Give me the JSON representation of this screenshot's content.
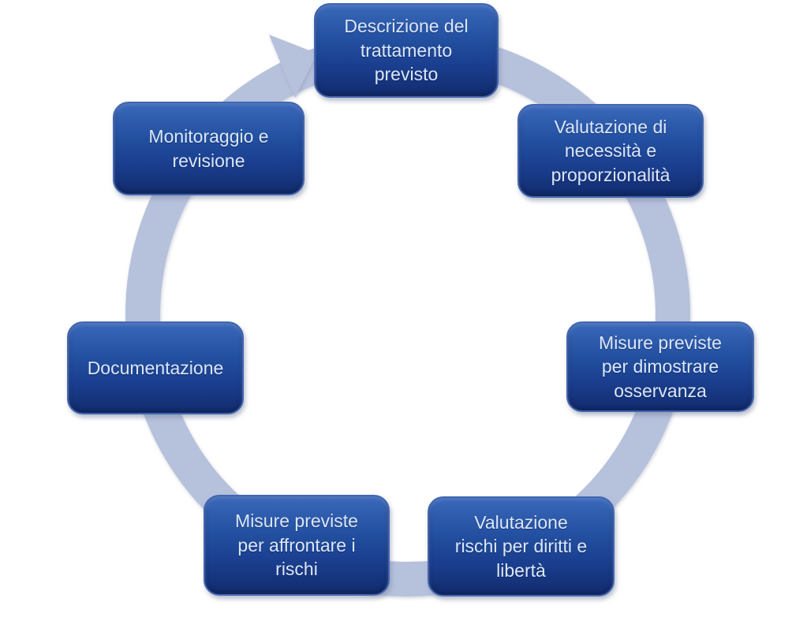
{
  "diagram": {
    "type": "cycle",
    "flow_direction": "clockwise",
    "language": "Italian",
    "steps": [
      {
        "id": "descrizione-trattamento",
        "position": "top",
        "label": "Descrizione del\ntrattamento\nprevisto"
      },
      {
        "id": "valutazione-necessita",
        "position": "top-right",
        "label": "Valutazione di\nnecessità e\nproporzionalità"
      },
      {
        "id": "misure-osservanza",
        "position": "right",
        "label": "Misure previste\nper dimostrare\nosservanza"
      },
      {
        "id": "valutazione-rischi",
        "position": "bottom-right",
        "label": "Valutazione\nrischi per diritti e\nlibertà"
      },
      {
        "id": "misure-rischi",
        "position": "bottom-left",
        "label": "Misure previste\nper affrontare i\nrischi"
      },
      {
        "id": "documentazione",
        "position": "left",
        "label": "Documentazione"
      },
      {
        "id": "monitoraggio-revisione",
        "position": "top-left",
        "label": "Monitoraggio e\nrevisione"
      }
    ],
    "colors": {
      "ring": "#b6c1dc",
      "box_top": "#3a68ba",
      "box_mid": "#2350a0",
      "box_bottom": "#122c6e",
      "box_border": "#4166b2",
      "text": "#dbe7f8",
      "background": "#ffffff"
    }
  }
}
